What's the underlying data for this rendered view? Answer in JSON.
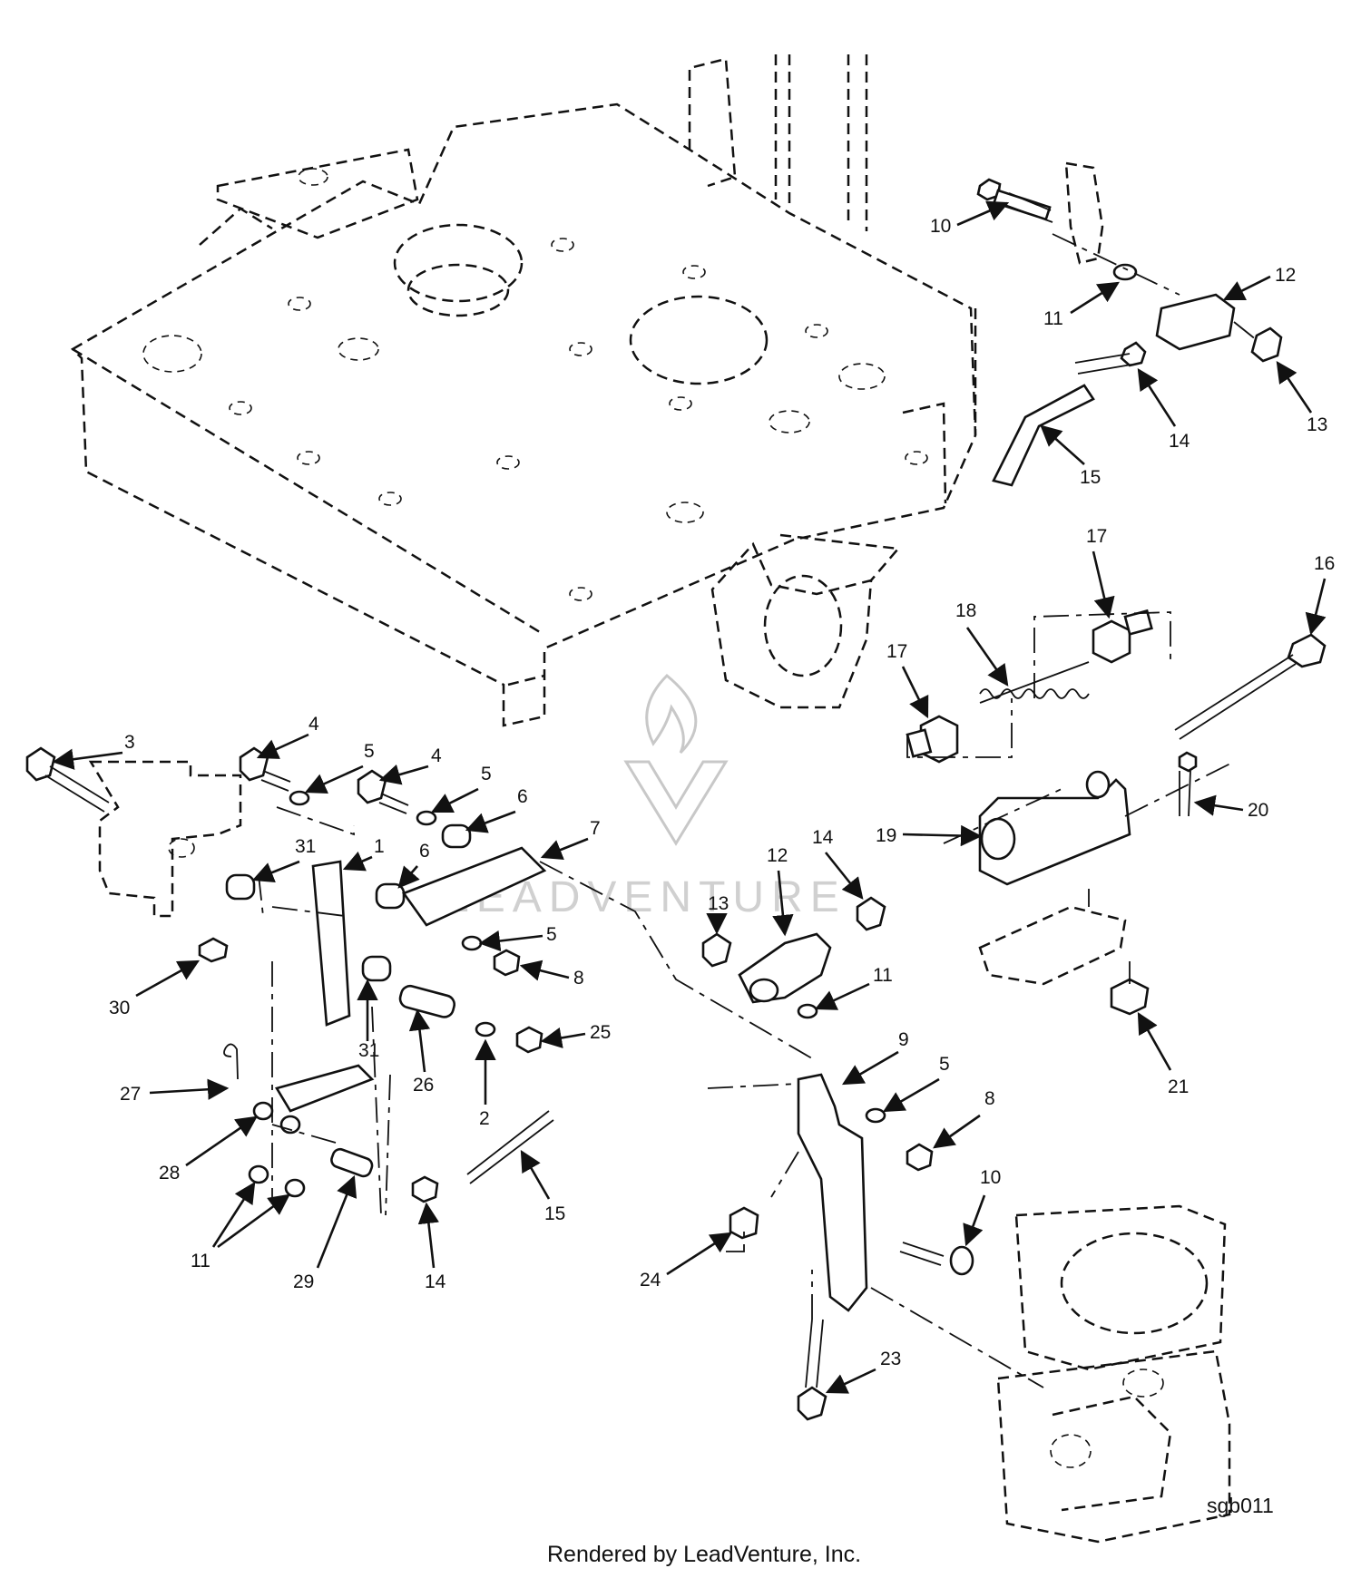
{
  "diagram": {
    "drawing_code": "sgb011",
    "footer": "Rendered by LeadVenture, Inc.",
    "watermark": "LEADVENTURE",
    "callouts": [
      "1",
      "2",
      "3",
      "4",
      "4",
      "5",
      "5",
      "5",
      "5",
      "6",
      "6",
      "7",
      "8",
      "8",
      "9",
      "10",
      "10",
      "11",
      "11",
      "11",
      "12",
      "12",
      "13",
      "13",
      "14",
      "14",
      "14",
      "15",
      "15",
      "16",
      "17",
      "17",
      "18",
      "19",
      "20",
      "21",
      "23",
      "24",
      "25",
      "26",
      "27",
      "28",
      "29",
      "30",
      "31",
      "31"
    ]
  }
}
